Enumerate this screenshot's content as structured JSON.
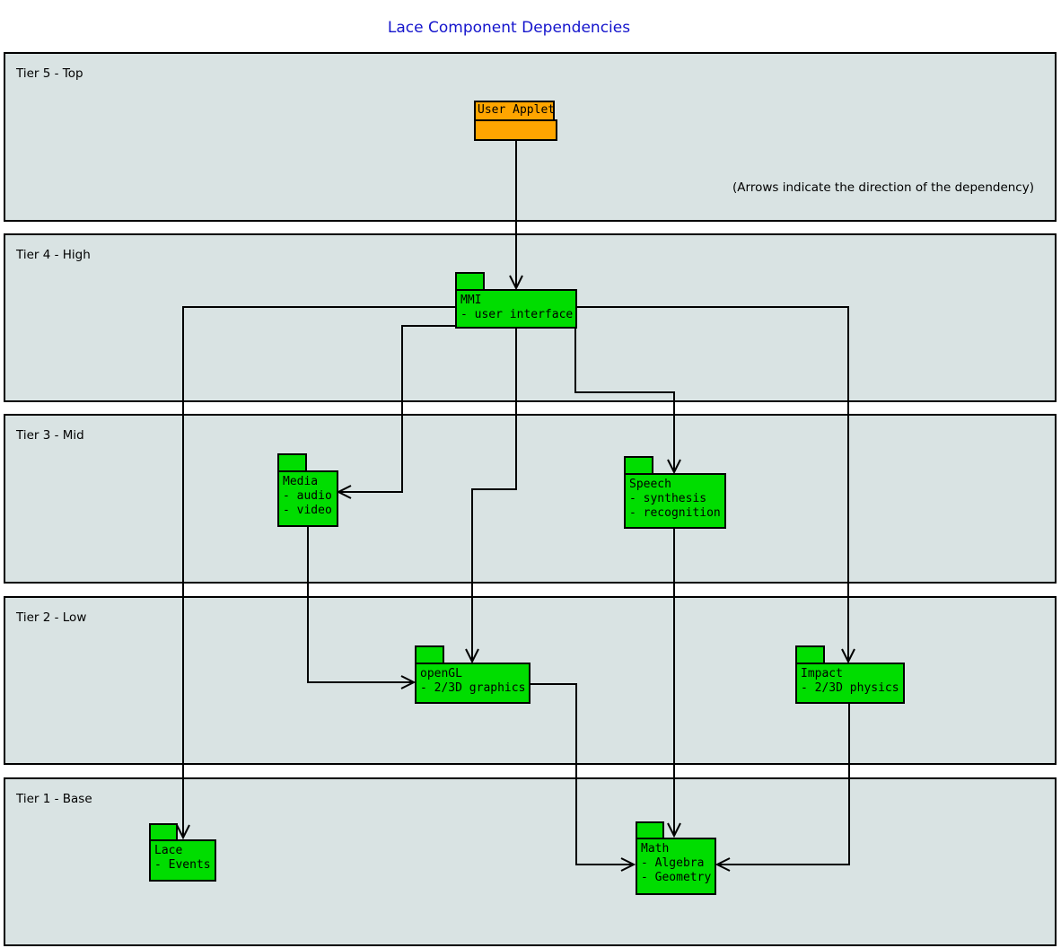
{
  "title": "Lace Component Dependencies",
  "annotation": "(Arrows indicate the direction of the dependency)",
  "tiers": [
    {
      "label": "Tier 5 - Top"
    },
    {
      "label": "Tier 4 - High"
    },
    {
      "label": "Tier 3 - Mid"
    },
    {
      "label": "Tier 2 - Low"
    },
    {
      "label": "Tier 1 - Base"
    }
  ],
  "nodes": {
    "user_applet": {
      "title": "User Applet"
    },
    "mmi": {
      "title": "MMI",
      "items": [
        "- user interface"
      ]
    },
    "media": {
      "title": "Media",
      "items": [
        "- audio",
        "- video"
      ]
    },
    "speech": {
      "title": "Speech",
      "items": [
        "- synthesis",
        "- recognition"
      ]
    },
    "opengl": {
      "title": "openGL",
      "items": [
        "- 2/3D graphics"
      ]
    },
    "impact": {
      "title": "Impact",
      "items": [
        "- 2/3D physics"
      ]
    },
    "lace": {
      "title": "Lace",
      "items": [
        "- Events"
      ]
    },
    "math": {
      "title": "Math",
      "items": [
        "- Algebra",
        "- Geometry"
      ]
    }
  },
  "colors": {
    "green": "#00dd00",
    "orange": "#ffa500",
    "band_fill": "#d9e3e3",
    "title_blue": "#1414cc",
    "ink": "#000000"
  }
}
